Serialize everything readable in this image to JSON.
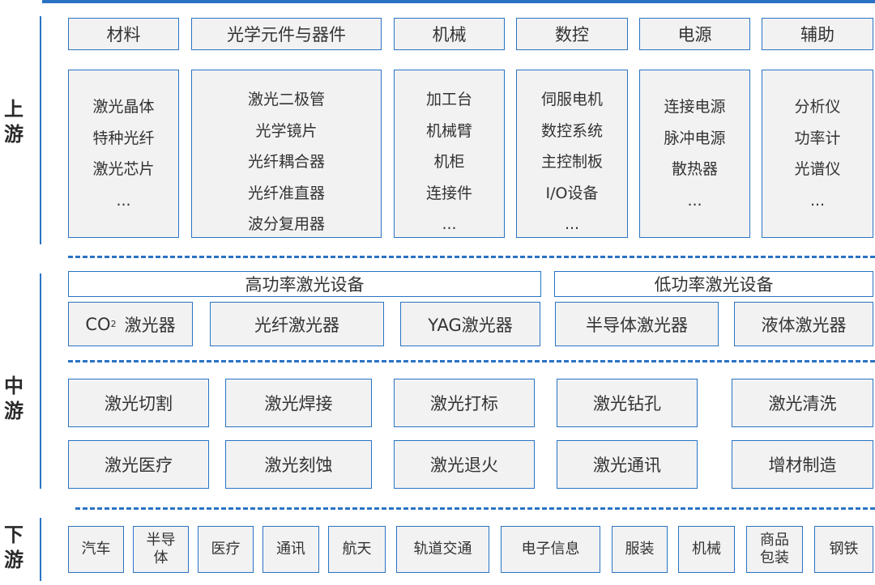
{
  "sections": {
    "upstream": [
      "上",
      "游"
    ],
    "midstream": [
      "中",
      "游"
    ],
    "downstream": [
      "下",
      "游"
    ]
  },
  "upstream": {
    "headers": [
      "材料",
      "光学元件与器件",
      "机械",
      "数控",
      "电源",
      "辅助"
    ],
    "lists": [
      [
        "激光晶体",
        "特种光纤",
        "激光芯片",
        "..."
      ],
      [
        "激光二极管",
        "光学镜片",
        "光纤耦合器",
        "光纤准直器",
        "波分复用器"
      ],
      [
        "加工台",
        "机械臂",
        "机柜",
        "连接件",
        "..."
      ],
      [
        "伺服电机",
        "数控系统",
        "主控制板",
        "I/O设备",
        "..."
      ],
      [
        "连接电源",
        "脉冲电源",
        "散热器",
        "..."
      ],
      [
        "分析仪",
        "功率计",
        "光谱仪",
        "..."
      ]
    ]
  },
  "midstream": {
    "categories": [
      "高功率激光设备",
      "低功率激光设备"
    ],
    "lasers": {
      "co2_main": "CO",
      "co2_sub": "2",
      "co2_suffix": "激光器",
      "items": [
        "光纤激光器",
        "YAG激光器",
        "半导体激光器",
        "液体激光器"
      ]
    },
    "applications": [
      "激光切割",
      "激光焊接",
      "激光打标",
      "激光钻孔",
      "激光清洗",
      "激光医疗",
      "激光刻蚀",
      "激光退火",
      "激光通讯",
      "增材制造"
    ]
  },
  "downstream": {
    "items": [
      [
        "汽车"
      ],
      [
        "半导",
        "体"
      ],
      [
        "医疗"
      ],
      [
        "通讯"
      ],
      [
        "航天"
      ],
      [
        "轨道交通"
      ],
      [
        "电子信息"
      ],
      [
        "服装"
      ],
      [
        "机械"
      ],
      [
        "商品",
        "包装"
      ],
      [
        "钢铁"
      ]
    ]
  },
  "colors": {
    "accent": "#2a73c4",
    "box_fill": "#f2f2f2"
  }
}
